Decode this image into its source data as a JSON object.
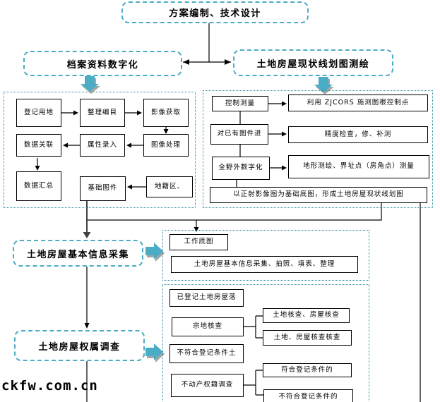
{
  "stages": {
    "plan": "方案编制、技术设计",
    "archive": "档案资料数字化",
    "mapping": "土地房屋现状线划图测绘",
    "collection": "土地房屋基本信息采集",
    "ownership": "土地房屋权属调查"
  },
  "archive_panel": {
    "register_land": "登记用地",
    "catalogue": "整理编目",
    "image_capture": "影像获取",
    "data_link": "数据关联",
    "attribute_entry": "属性录入",
    "image_process": "图像处理",
    "data_summary": "数据汇总",
    "base_maps": "基础图件",
    "cadastral_zone": "地籍区、"
  },
  "mapping_panel": {
    "control_survey": "控制测量",
    "control_detail": "利用 ZJCORS 施测图根控制点",
    "existing_maps": "对已有图件进",
    "existing_detail": "精度检查，修、补测",
    "field_digitize": "全野外数字化",
    "field_detail": "地形测绘、界址点（房角点）测量",
    "result": "以正射影像图为基础底图，形成土地房屋现状线划图"
  },
  "collection_panel": {
    "work_base_map": "工作底图",
    "process": "土地房屋基本信息采集、拍照、填表、整理"
  },
  "ownership_panel": {
    "registered": "已登记土地房屋落",
    "parcel_check": "宗地核查",
    "parcel_branch1": "土地核查、房屋核查",
    "parcel_branch2": "土地、房屋核查核查",
    "not_qualified": "不符合登记条件土",
    "estate_survey": "不动产权籍调查",
    "estate_branch1": "符合登记条件的",
    "estate_branch2": "不符合登记条件的"
  },
  "watermark": "ckfw.com.cn",
  "colors": {
    "accent": "#4BACC6",
    "panel_border": "#2E8B9E",
    "box_border": "#000000",
    "arrow_shadow": "#A6A6A6",
    "gray_arrow": "#404040"
  }
}
